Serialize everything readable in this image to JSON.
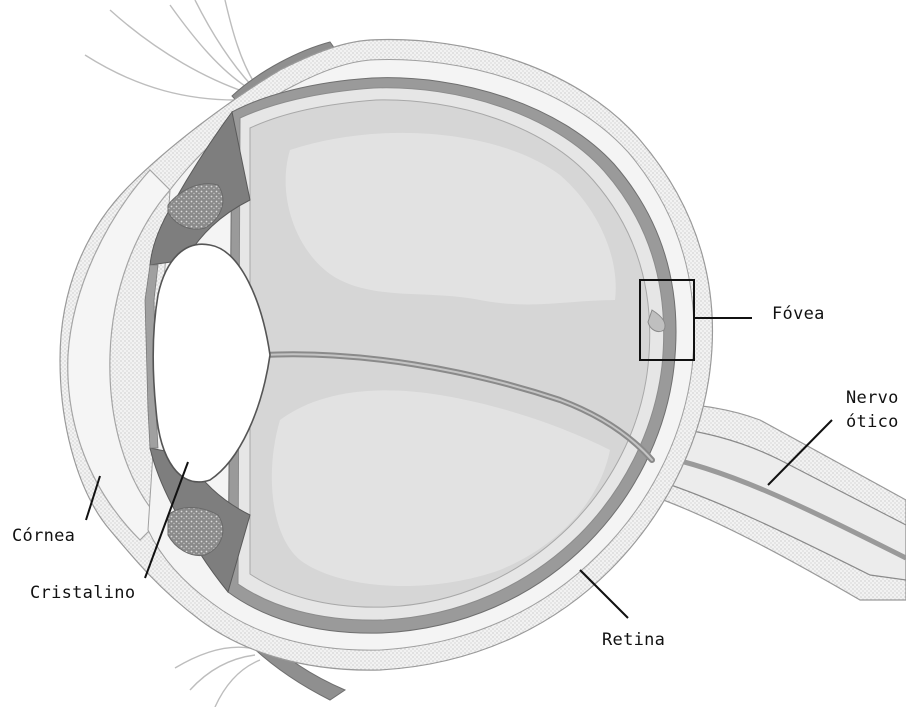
{
  "labels": {
    "fovea": "Fóvea",
    "nervo_line1": "Nervo",
    "nervo_line2": "ótico",
    "cornea": "Córnea",
    "cristalino": "Cristalino",
    "retina": "Retina"
  },
  "colors": {
    "background": "#ffffff",
    "sclera_fill": "#eeeeee",
    "choroid": "#9a9a9a",
    "vitreous": "#d8d8d8",
    "vitreous_shade": "#cfcfcf",
    "lens": "#ffffff",
    "ciliary": "#7e7e7e",
    "line": "#111111"
  }
}
